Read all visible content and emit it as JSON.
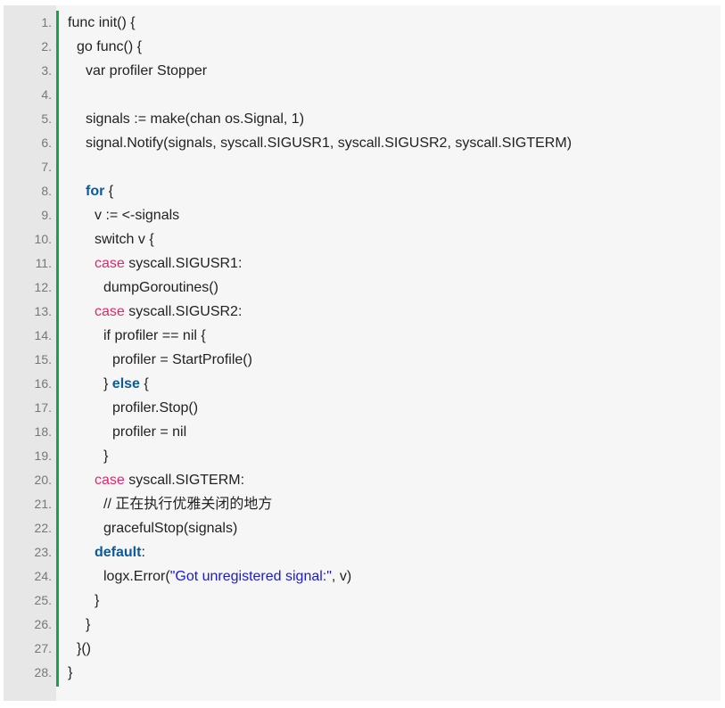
{
  "code": {
    "lines": [
      {
        "num": "1.",
        "indent": 0,
        "parts": [
          {
            "t": "func init() {",
            "c": ""
          }
        ]
      },
      {
        "num": "2.",
        "indent": 1,
        "parts": [
          {
            "t": "go func() {",
            "c": ""
          }
        ]
      },
      {
        "num": "3.",
        "indent": 2,
        "parts": [
          {
            "t": "var profiler Stopper",
            "c": ""
          }
        ]
      },
      {
        "num": "4.",
        "indent": 0,
        "parts": []
      },
      {
        "num": "5.",
        "indent": 2,
        "parts": [
          {
            "t": "signals := make(chan os.Signal, 1)",
            "c": ""
          }
        ]
      },
      {
        "num": "6.",
        "indent": 2,
        "parts": [
          {
            "t": "signal.Notify(signals, syscall.SIGUSR1, syscall.SIGUSR2, syscall.SIGTERM)",
            "c": ""
          }
        ]
      },
      {
        "num": "7.",
        "indent": 0,
        "parts": []
      },
      {
        "num": "8.",
        "indent": 2,
        "parts": [
          {
            "t": "for",
            "c": "kw"
          },
          {
            "t": " {",
            "c": ""
          }
        ]
      },
      {
        "num": "9.",
        "indent": 3,
        "parts": [
          {
            "t": "v := <-signals",
            "c": ""
          }
        ]
      },
      {
        "num": "10.",
        "indent": 3,
        "parts": [
          {
            "t": "switch v {",
            "c": ""
          }
        ]
      },
      {
        "num": "11.",
        "indent": 3,
        "parts": [
          {
            "t": "case",
            "c": "case"
          },
          {
            "t": " syscall.SIGUSR1:",
            "c": ""
          }
        ]
      },
      {
        "num": "12.",
        "indent": 4,
        "parts": [
          {
            "t": "dumpGoroutines()",
            "c": ""
          }
        ]
      },
      {
        "num": "13.",
        "indent": 3,
        "parts": [
          {
            "t": "case",
            "c": "case"
          },
          {
            "t": " syscall.SIGUSR2:",
            "c": ""
          }
        ]
      },
      {
        "num": "14.",
        "indent": 4,
        "parts": [
          {
            "t": "if profiler == nil {",
            "c": ""
          }
        ]
      },
      {
        "num": "15.",
        "indent": 5,
        "parts": [
          {
            "t": "profiler = StartProfile()",
            "c": ""
          }
        ]
      },
      {
        "num": "16.",
        "indent": 4,
        "parts": [
          {
            "t": "} ",
            "c": ""
          },
          {
            "t": "else",
            "c": "kw"
          },
          {
            "t": " {",
            "c": ""
          }
        ]
      },
      {
        "num": "17.",
        "indent": 5,
        "parts": [
          {
            "t": "profiler.Stop()",
            "c": ""
          }
        ]
      },
      {
        "num": "18.",
        "indent": 5,
        "parts": [
          {
            "t": "profiler = nil",
            "c": ""
          }
        ]
      },
      {
        "num": "19.",
        "indent": 4,
        "parts": [
          {
            "t": "}",
            "c": ""
          }
        ]
      },
      {
        "num": "20.",
        "indent": 3,
        "parts": [
          {
            "t": "case",
            "c": "case"
          },
          {
            "t": " syscall.SIGTERM:",
            "c": ""
          }
        ]
      },
      {
        "num": "21.",
        "indent": 4,
        "parts": [
          {
            "t": "// 正在执行优雅关闭的地方",
            "c": ""
          }
        ]
      },
      {
        "num": "22.",
        "indent": 4,
        "parts": [
          {
            "t": "gracefulStop(signals)",
            "c": ""
          }
        ]
      },
      {
        "num": "23.",
        "indent": 3,
        "parts": [
          {
            "t": "default",
            "c": "kw"
          },
          {
            "t": ":",
            "c": ""
          }
        ]
      },
      {
        "num": "24.",
        "indent": 4,
        "parts": [
          {
            "t": "logx.Error(",
            "c": ""
          },
          {
            "t": "\"Got unregistered signal:\"",
            "c": "str"
          },
          {
            "t": ", v)",
            "c": ""
          }
        ]
      },
      {
        "num": "25.",
        "indent": 3,
        "parts": [
          {
            "t": "}",
            "c": ""
          }
        ]
      },
      {
        "num": "26.",
        "indent": 2,
        "parts": [
          {
            "t": "}",
            "c": ""
          }
        ]
      },
      {
        "num": "27.",
        "indent": 1,
        "parts": [
          {
            "t": "}()",
            "c": ""
          }
        ]
      },
      {
        "num": "28.",
        "indent": 0,
        "parts": [
          {
            "t": "}",
            "c": ""
          }
        ]
      }
    ]
  },
  "colors": {
    "gutter_bar": "#1aa14a",
    "keyword": "#0a5a9c",
    "case_keyword": "#e0286e",
    "string": "#1a1ad6"
  }
}
